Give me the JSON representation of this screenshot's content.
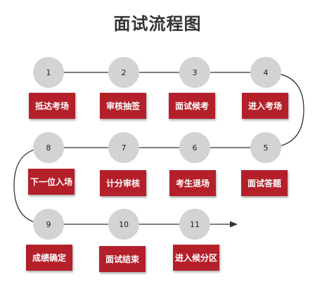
{
  "title": "面试流程图",
  "colors": {
    "node_fill": "#d3d3d3",
    "label_fill": "#b4202a",
    "label_text": "#ffffff",
    "connector": "#333333",
    "title_text": "#333333"
  },
  "steps": [
    {
      "number": "1",
      "label": "抵达考场"
    },
    {
      "number": "2",
      "label": "审核抽签"
    },
    {
      "number": "3",
      "label": "面试候考"
    },
    {
      "number": "4",
      "label": "进入考场"
    },
    {
      "number": "5",
      "label": "面试答题"
    },
    {
      "number": "6",
      "label": "考生退场"
    },
    {
      "number": "7",
      "label": "计分审核"
    },
    {
      "number": "8",
      "label": "下一位入场"
    },
    {
      "number": "9",
      "label": "成绩确定"
    },
    {
      "number": "10",
      "label": "面试结束"
    },
    {
      "number": "11",
      "label": "进入候分区"
    }
  ]
}
